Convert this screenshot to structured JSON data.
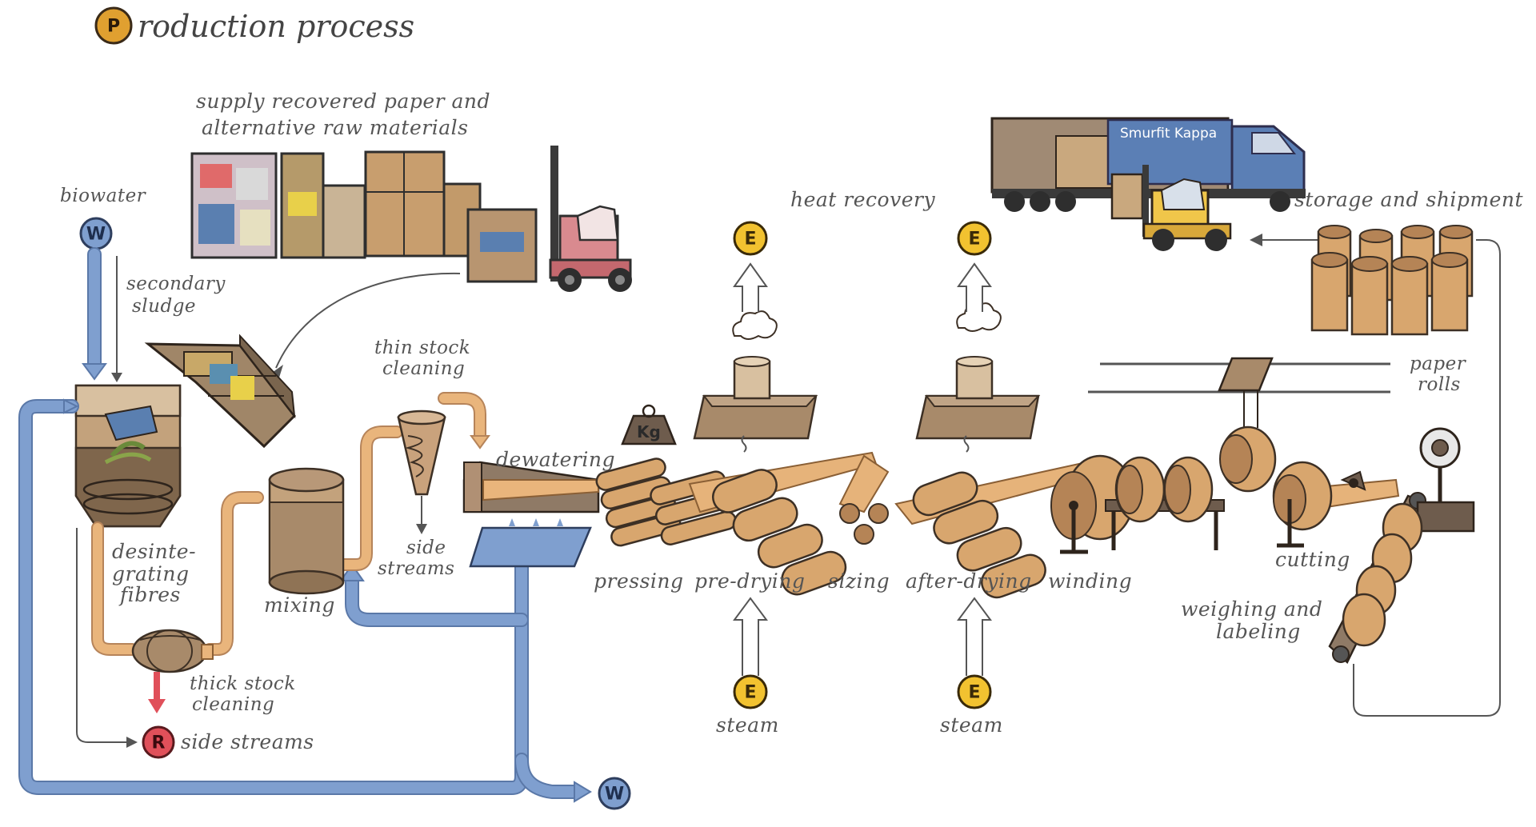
{
  "title": {
    "badge_letter": "P",
    "text": "roduction process"
  },
  "badges": {
    "water": "W",
    "energy": "E",
    "residue": "R"
  },
  "labels": {
    "supply_line1": "supply recovered paper and",
    "supply_line2": "alternative raw materials",
    "biowater": "biowater",
    "secondary_sludge_line1": "secondary",
    "secondary_sludge_line2": "sludge",
    "disintegrating_line1": "desinte-",
    "disintegrating_line2": "grating",
    "disintegrating_line3": "fibres",
    "thick_stock_line1": "thick stock",
    "thick_stock_line2": "cleaning",
    "side_streams_residue": "side streams",
    "mixing": "mixing",
    "thin_stock_line1": "thin stock",
    "thin_stock_line2": "cleaning",
    "side_streams_cyclone_line1": "side",
    "side_streams_cyclone_line2": "streams",
    "dewatering": "dewatering",
    "pressing": "pressing",
    "pre_drying": "pre-drying",
    "sizing": "sizing",
    "after_drying": "after-drying",
    "winding": "winding",
    "heat_recovery": "heat recovery",
    "steam_1": "steam",
    "steam_2": "steam",
    "cutting": "cutting",
    "paper_rolls_line1": "paper",
    "paper_rolls_line2": "rolls",
    "weighing_line1": "weighing and",
    "weighing_line2": "labeling",
    "storage": "storage and shipment",
    "truck_brand": "Smurfit Kappa",
    "weight_mark": "Kg"
  },
  "colors": {
    "water": "#7f9fcf",
    "pulp": "#e9b57c",
    "energy": "#f2c230",
    "residue": "#e0505a",
    "truck": "#5b7fb5",
    "forklift": "#f0c64a",
    "title_badge": "#e0a030"
  }
}
